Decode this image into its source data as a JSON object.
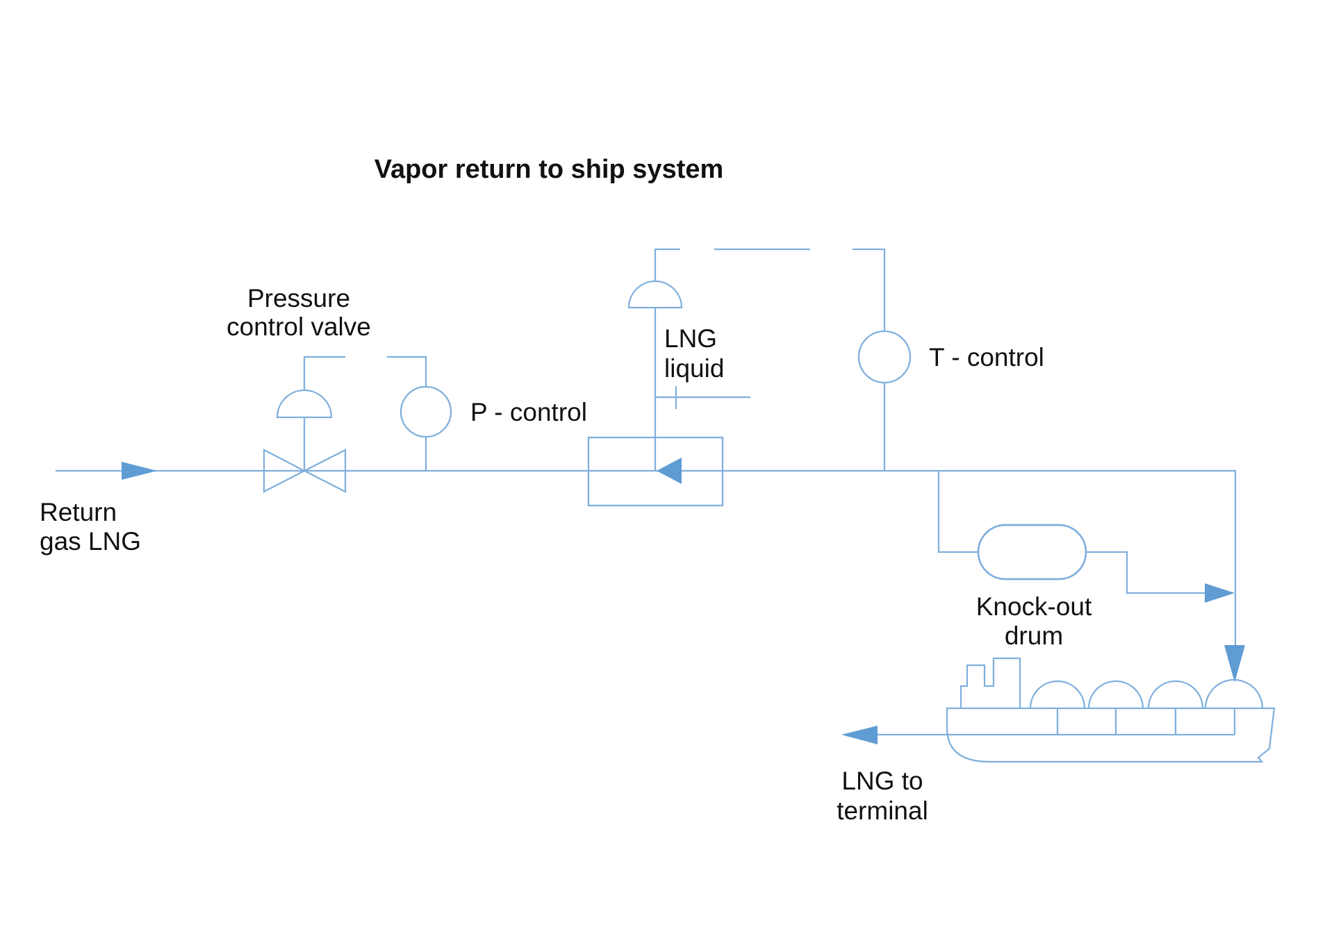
{
  "diagram": {
    "title": "Vapor return to ship system",
    "labels": {
      "pressure_valve": [
        "Pressure",
        "control valve"
      ],
      "p_control": "P - control",
      "lng_liquid": [
        "LNG",
        "liquid"
      ],
      "t_control": "T - control",
      "return_gas": [
        "Return",
        "gas LNG"
      ],
      "knockout_drum": [
        "Knock-out",
        "drum"
      ],
      "lng_terminal": [
        "LNG to",
        "terminal"
      ]
    },
    "components": [
      "return-gas-inlet-line",
      "pressure-control-valve",
      "pressure-controller",
      "lng-liquid-spray-mixer",
      "temperature-controller",
      "knock-out-drum",
      "lng-carrier-ship",
      "lng-to-terminal-line"
    ],
    "colors": {
      "line_blue": "#7FAFDC",
      "arrow_fill_blue": "#5F9CD3",
      "text": "#111111",
      "background": "#FFFFFF"
    }
  }
}
